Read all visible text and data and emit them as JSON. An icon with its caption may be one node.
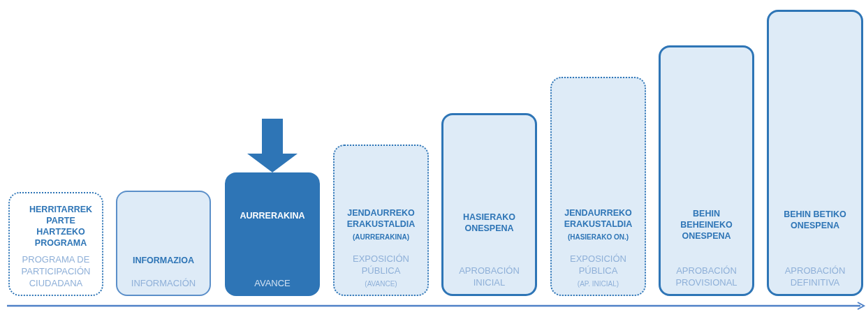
{
  "diagram": {
    "nodes": [
      {
        "text": [
          "HERRITARREK PARTE HARTZEKO PROGRAMA",
          "PROGRAMA DE PARTICIPACIÓN CIUDADANA"
        ]
      },
      {
        "text": [
          "INFORMAZIOA",
          "INFORMACIÓN"
        ]
      },
      {
        "text": [
          "AURRERAKINA",
          "AVANCE"
        ]
      },
      {
        "text": [
          "JENDAURREKO ERAKUSTALDIA",
          "(AURRERAKINA)",
          "EXPOSICIÓN PÚBLICA",
          "(AVANCE)"
        ]
      },
      {
        "text": [
          "HASIERAKO ONESPENA",
          "APROBACIÓN INICIAL"
        ]
      },
      {
        "text": [
          "JENDAURREKO ERAKUSTALDIA",
          "(HASIERAKO ON.)",
          "EXPOSICIÓN PÚBLICA",
          "(AP. INICIAL)"
        ]
      },
      {
        "text": [
          "BEHIN BEHEINEKO ONESPENA",
          "APROBACIÓN PROVISIONAL"
        ]
      },
      {
        "text": [
          "BEHIN BETIKO ONESPENA",
          "APROBACIÓN DEFINITIVA"
        ]
      }
    ],
    "edges": [
      {
        "from": null,
        "to": 2,
        "arrow": "to"
      }
    ]
  }
}
